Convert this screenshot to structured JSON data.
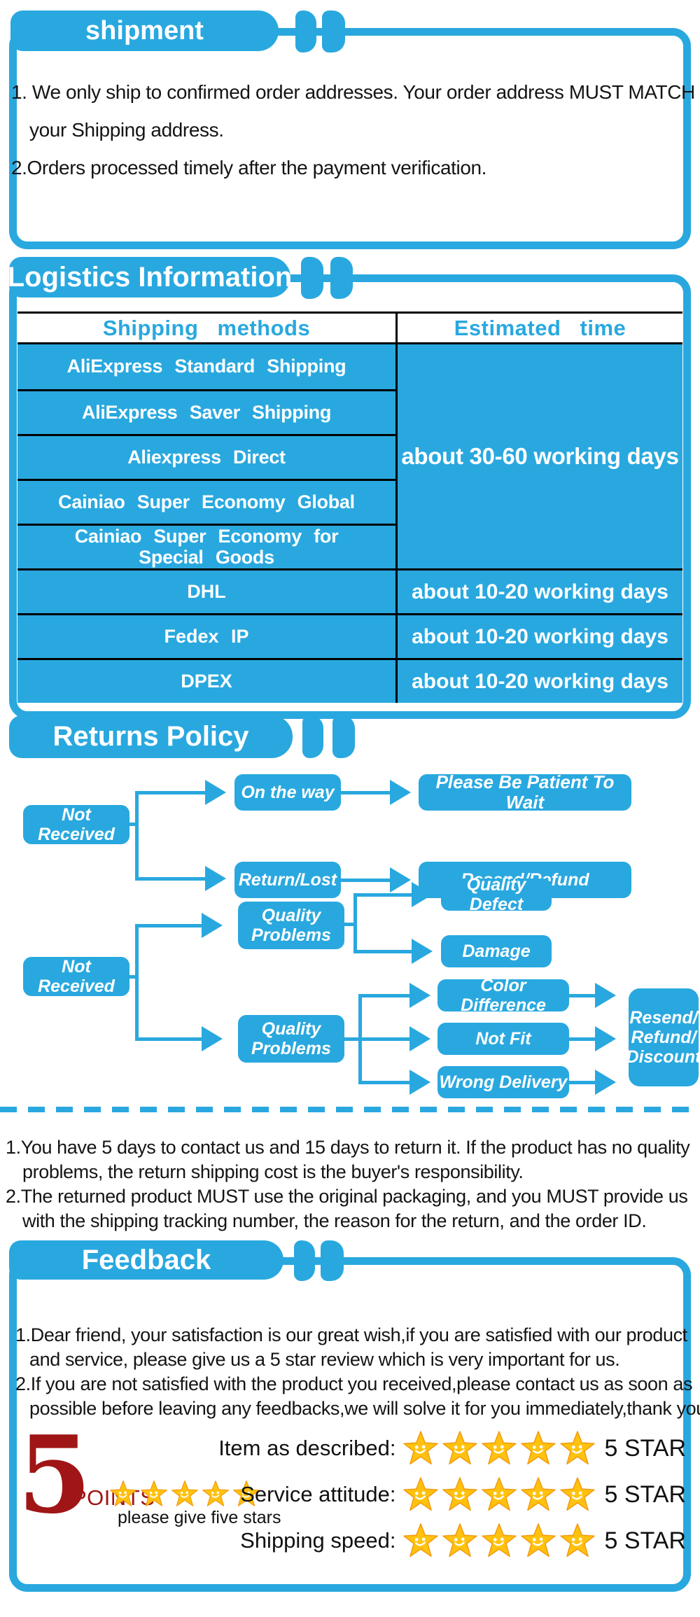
{
  "colors": {
    "accent_blue": "#29A8DF",
    "table_line_black": "#000000",
    "points_maroon": "#A01515",
    "star_gold": "#FFC20E",
    "star_outline": "#F39C12",
    "body_text": "#141414"
  },
  "shipment": {
    "title": "shipment",
    "lines": [
      "1. We only ship to confirmed order addresses. Your order address MUST MATCH",
      "your Shipping address.",
      "2.Orders processed timely after the payment verification."
    ]
  },
  "logistics": {
    "title": "Logistics Information",
    "table": {
      "col1_header": "Shipping methods",
      "col2_header": "Estimated time",
      "group1": {
        "methods": [
          "AliExpress Standard Shipping",
          "AliExpress Saver Shipping",
          "Aliexpress Direct",
          "Cainiao Super Economy Global",
          "Cainiao Super Economy for\nSpecial Goods"
        ],
        "time": "about 30-60 working days"
      },
      "rows": [
        {
          "method": "DHL",
          "time": "about 10-20 working days"
        },
        {
          "method": "Fedex IP",
          "time": "about 10-20 working days"
        },
        {
          "method": "DPEX",
          "time": "about 10-20 working days"
        }
      ]
    }
  },
  "returns": {
    "title": "Returns Policy",
    "flow1": {
      "not_received": "Not Received",
      "on_the_way": "On the way",
      "patient": "Please Be Patient To Wait",
      "return_lost": "Return/Lost",
      "resend_refund": "Resend/Refund"
    },
    "flow2": {
      "not_received": "Not Received",
      "quality_problems_top": "Quality\nProblems",
      "quality_problems_bottom": "Quality\nProblems",
      "quality_defect": "Quality Defect",
      "damage": "Damage",
      "color_difference": "Color Difference",
      "not_fit": "Not Fit",
      "wrong_delivery": "Wrong Delivery",
      "resend_refund_discount": "Resend/\nRefund/\nDiscount"
    },
    "notes": [
      "1.You have 5 days to contact us and 15 days to return it. If the product has no quality",
      "problems, the return shipping cost is the buyer's responsibility.",
      "2.The returned product MUST use the original packaging, and you MUST provide us",
      "with the shipping tracking number, the reason for the return, and the order ID."
    ]
  },
  "feedback": {
    "title": "Feedback",
    "lines": [
      "1.Dear friend, your satisfaction is our great wish,if you are satisfied with our product",
      "and service, please give us a 5 star review which is very important for us.",
      "2.If you are not satisfied with the product you received,please contact us as soon as",
      "possible before leaving any feedbacks,we will solve it for you immediately,thank you!"
    ],
    "points": {
      "number": "5",
      "label": "POINTS",
      "stars": 5,
      "caption": "please give five stars"
    },
    "ratings": [
      {
        "label": "Item as described:",
        "stars": 5,
        "value": "5 STAR"
      },
      {
        "label": "Service attitude:",
        "stars": 5,
        "value": "5 STAR"
      },
      {
        "label": "Shipping speed:",
        "stars": 5,
        "value": "5 STAR"
      }
    ]
  }
}
